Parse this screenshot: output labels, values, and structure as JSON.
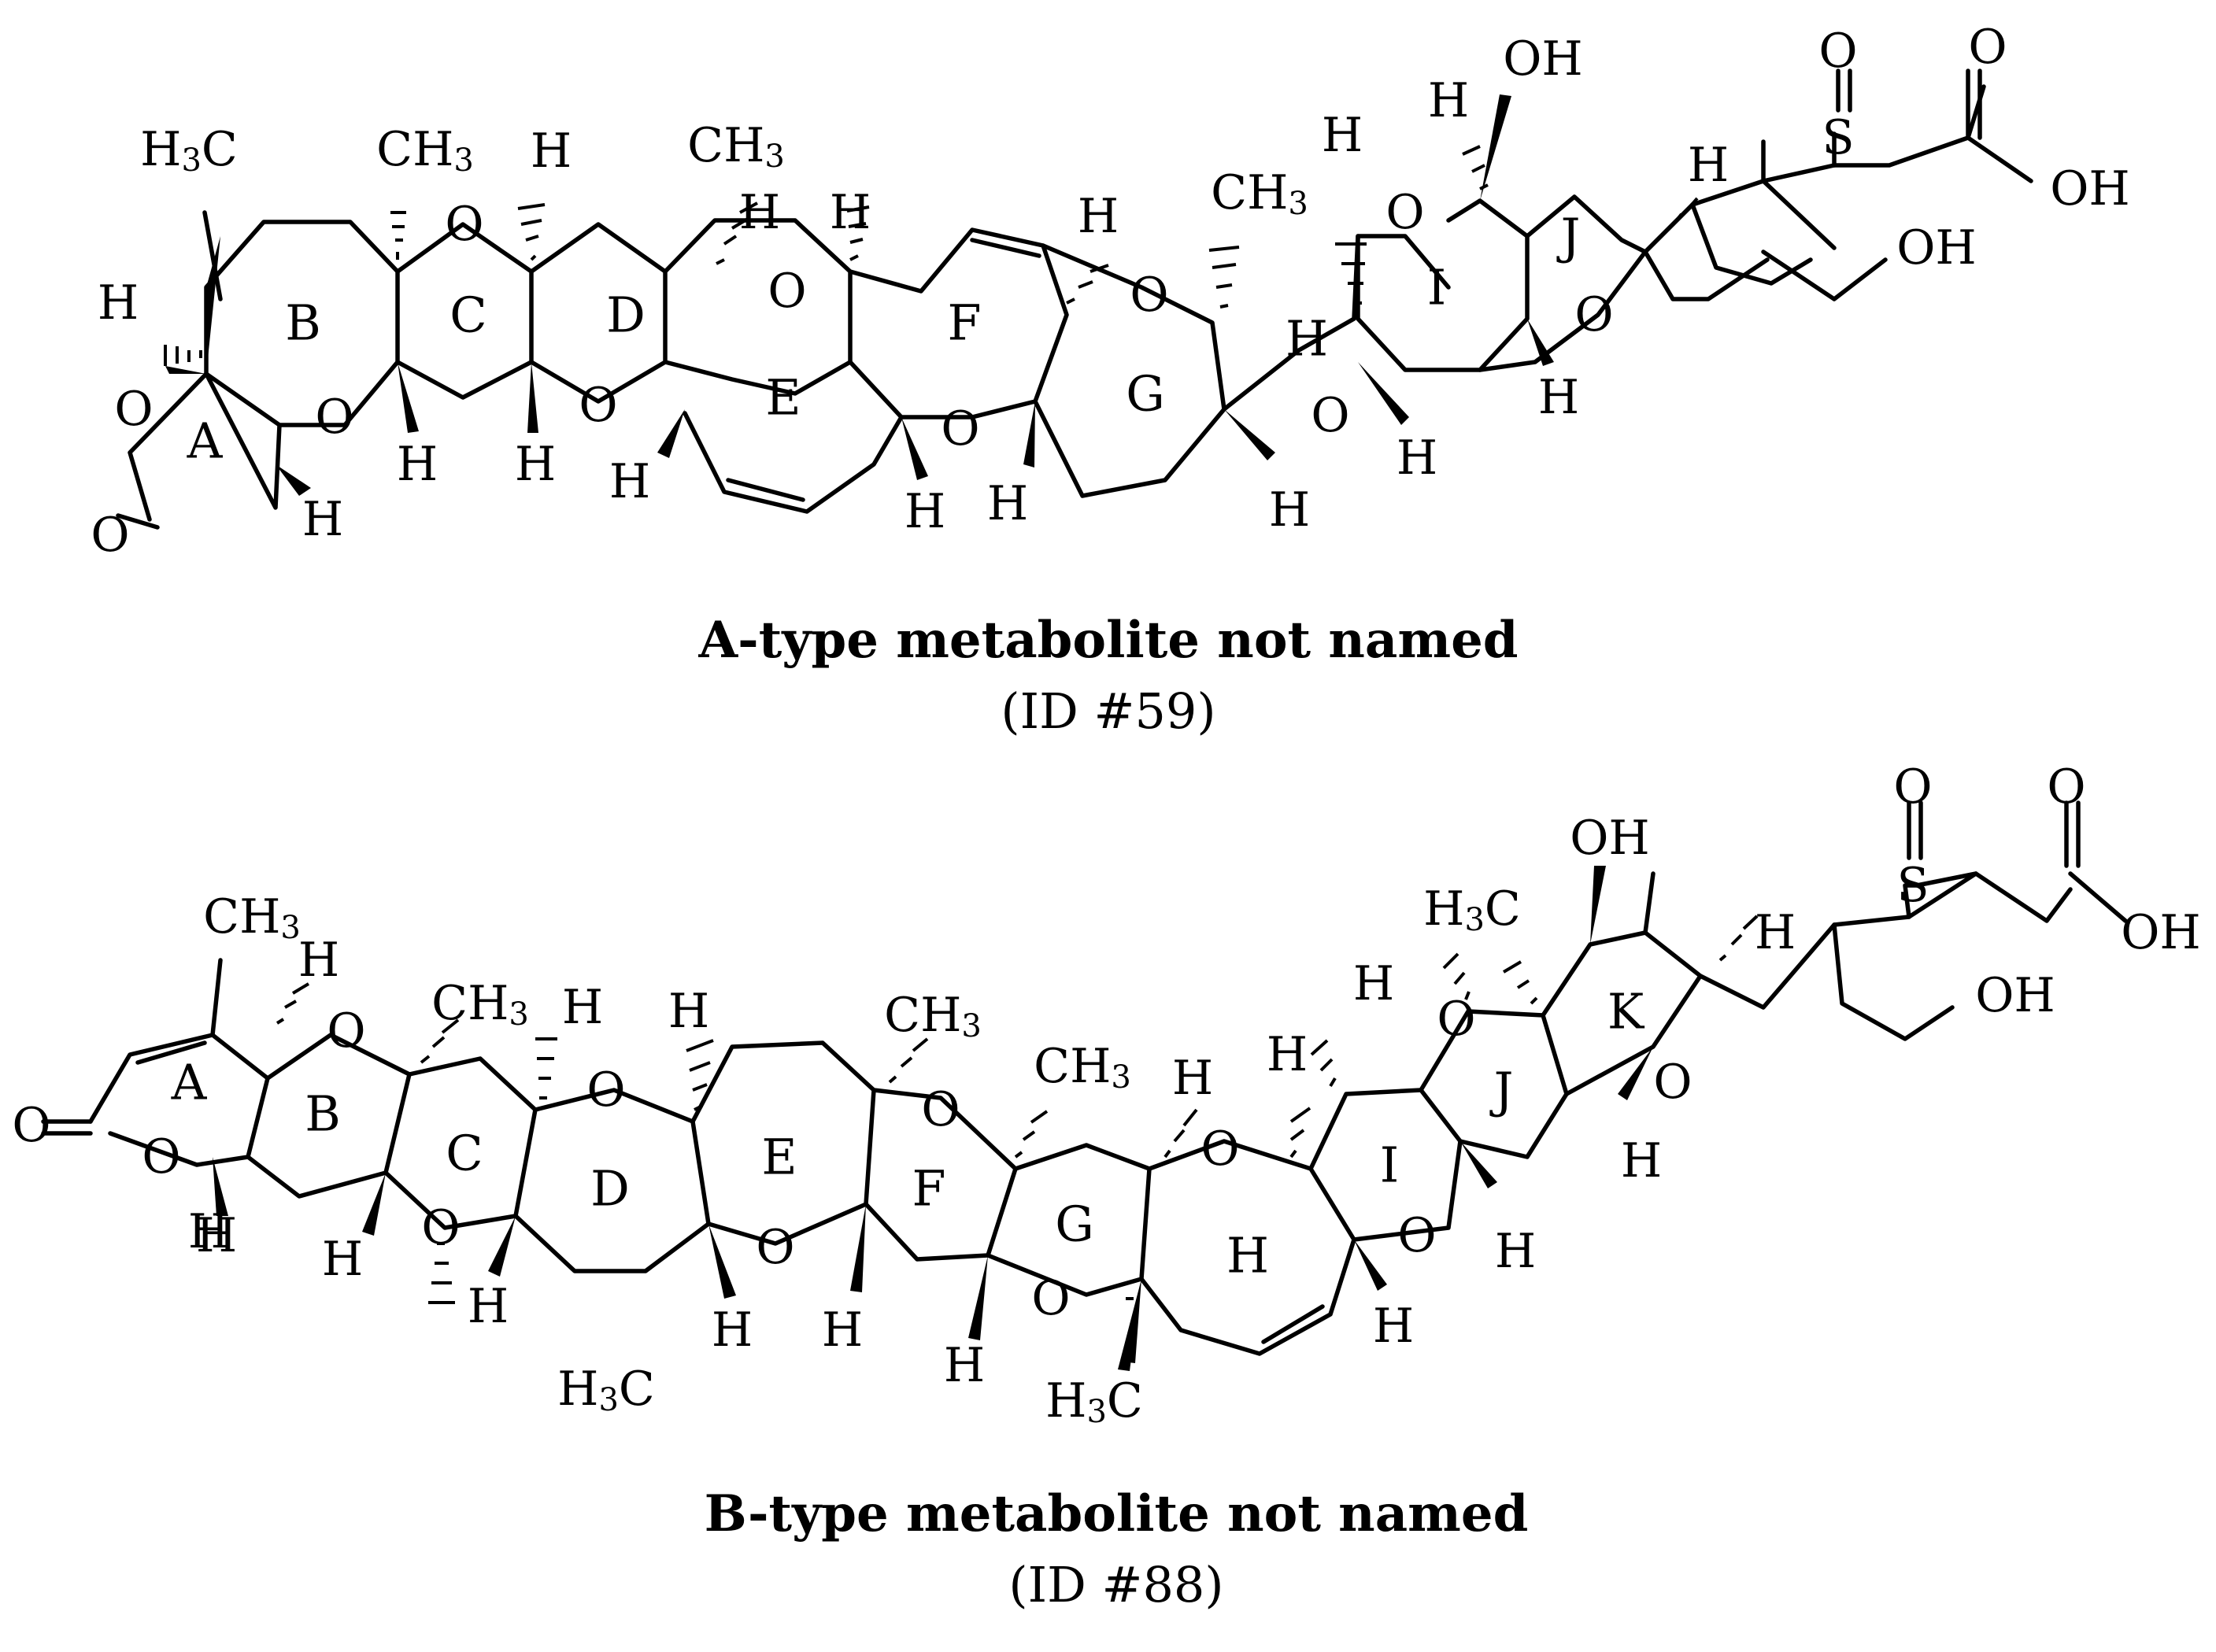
{
  "structures": [
    {
      "title": "A-type metabolite not named",
      "id_label": "(ID #59)",
      "rings": [
        "A",
        "B",
        "C",
        "D",
        "E",
        "F",
        "G",
        "H",
        "I",
        "J"
      ]
    },
    {
      "title": "B-type metabolite not named",
      "id_label": "(ID #88)",
      "rings": [
        "A",
        "B",
        "C",
        "D",
        "E",
        "F",
        "G",
        "H",
        "I",
        "J",
        "K"
      ]
    }
  ],
  "atoms": {
    "O": "O",
    "H": "H",
    "OH": "OH",
    "S": "S",
    "CH": "CH",
    "C": "C",
    "sub3": "3"
  }
}
